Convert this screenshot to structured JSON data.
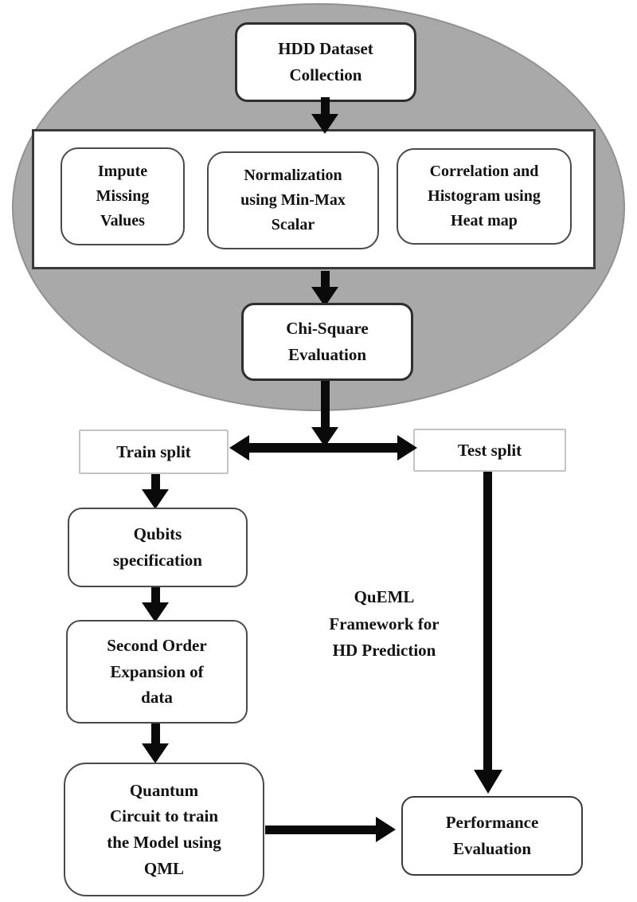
{
  "diagram": {
    "title": "QuEML\nFramework for\nHD Prediction",
    "nodes": {
      "hdd_dataset_collection": "HDD Dataset\nCollection",
      "impute_missing_values": "Impute\nMissing\nValues",
      "normalization_min_max": "Normalization\nusing Min-Max\nScalar",
      "correlation_histogram": "Correlation and\nHistogram using\nHeat map",
      "chi_square_evaluation": "Chi-Square\nEvaluation",
      "train_split": "Train split",
      "test_split": "Test split",
      "qubits_specification": "Qubits\nspecification",
      "second_order_expansion": "Second Order\nExpansion of\ndata",
      "quantum_circuit_qml": "Quantum\nCircuit to train\nthe Model using\nQML",
      "performance_evaluation": "Performance\nEvaluation"
    },
    "colors": {
      "ellipse_fill": "#a9a9a9",
      "box_fill": "#ffffff",
      "box_border": "#2e2e2e",
      "split_box_border": "#c4c4c4",
      "arrow": "#0a0a0a",
      "text": "#121212"
    }
  }
}
